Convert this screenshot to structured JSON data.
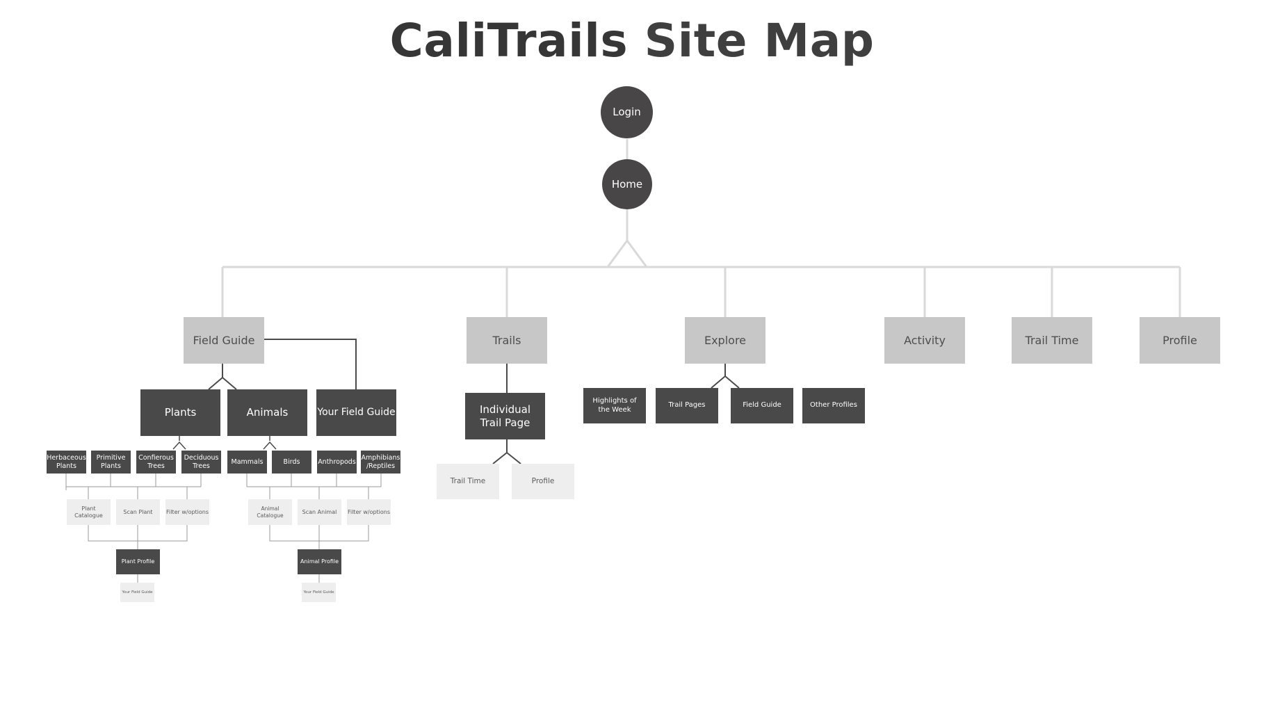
{
  "title": {
    "bold": "CaliTrails",
    "rest": "Site Map"
  },
  "nodes": {
    "login": "Login",
    "home": "Home",
    "field_guide": "Field Guide",
    "trails": "Trails",
    "explore": "Explore",
    "activity": "Activity",
    "trail_time": "Trail Time",
    "profile": "Profile",
    "plants": "Plants",
    "animals": "Animals",
    "your_field_guide": "Your Field Guide",
    "herbaceous": "Herbaceous Plants",
    "primitive": "Primitive Plants",
    "coniferous": "Confierous Trees",
    "deciduous": "Deciduous Trees",
    "mammals": "Mammals",
    "birds": "Birds",
    "anthropods": "Anthropods",
    "amphibians": "Amphibians /Reptiles",
    "plant_catalogue": "Plant Catalogue",
    "scan_plant": "Scan Plant",
    "filter_plants": "Filter w/options",
    "animal_catalogue": "Animal Catalogue",
    "scan_animal": "Scan Animal",
    "filter_animals": "Filter w/options",
    "plant_profile": "Plant Profile",
    "animal_profile": "Animal Profile",
    "plant_your_field_guide": "Your Field Guide",
    "animal_your_field_guide": "Your Field Guide",
    "individual_trail_page": "Individual Trail Page",
    "trail_time_sub": "Trail Time",
    "profile_sub": "Profile",
    "highlights": "Highlights of the Week",
    "trail_pages": "Trail Pages",
    "explore_field_guide": "Field Guide",
    "other_profiles": "Other Profiles"
  },
  "colors": {
    "dark": "#4a4949",
    "mid": "#c7c7c7",
    "light": "#eeeeee",
    "line_light": "#d9d9d9",
    "line_dark": "#4a4a4a"
  }
}
